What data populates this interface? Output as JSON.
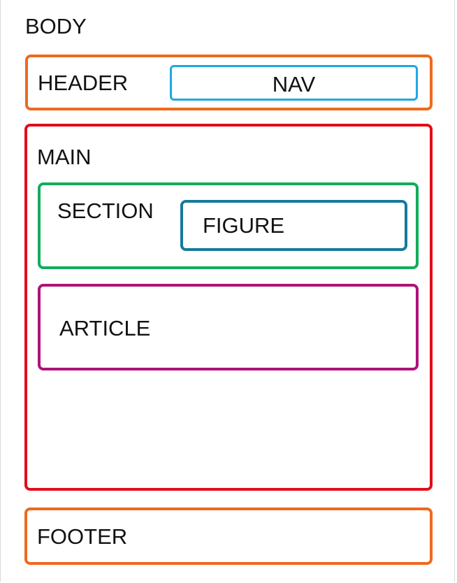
{
  "labels": {
    "body": "BODY",
    "header": "HEADER",
    "nav": "NAV",
    "main": "MAIN",
    "section": "SECTION",
    "figure": "FIGURE",
    "article": "ARTICLE",
    "footer": "FOOTER"
  },
  "colors": {
    "header": "#ee6a1e",
    "nav": "#1fa8e2",
    "main": "#e20d1a",
    "section": "#11ad5c",
    "figure": "#16799e",
    "article": "#af1278",
    "footer": "#ee6a1e"
  }
}
